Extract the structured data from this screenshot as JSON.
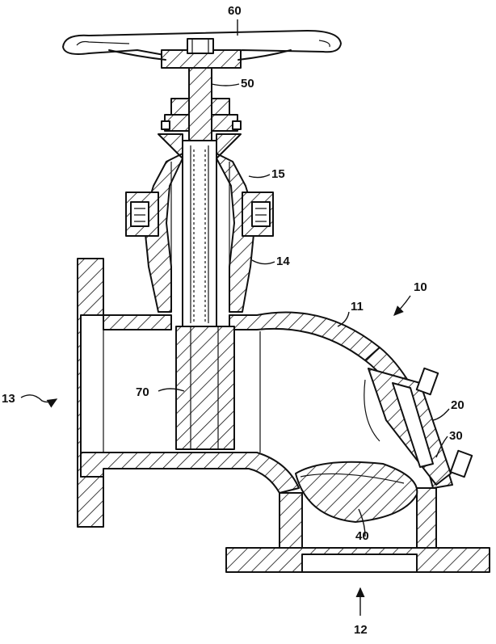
{
  "labels": {
    "handwheel": "60",
    "stem": "50",
    "bonnet_flange": "15",
    "bonnet": "14",
    "body": "11",
    "assembly": "10",
    "outlet": "13",
    "gate": "70",
    "cover": "20",
    "seat": "30",
    "disc": "40",
    "inlet": "12"
  }
}
